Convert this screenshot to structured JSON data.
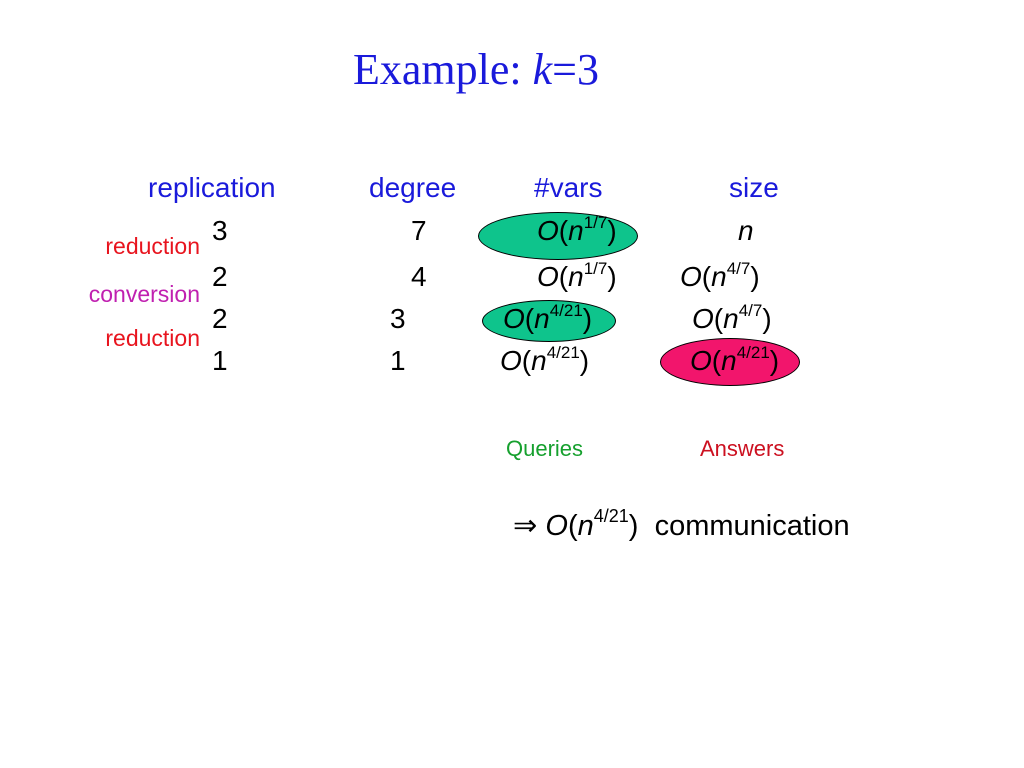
{
  "title": {
    "prefix": "Example: ",
    "var": "k",
    "suffix": "=3"
  },
  "headers": {
    "replication": "replication",
    "degree": "degree",
    "vars": "#vars",
    "size": "size"
  },
  "side_labels": [
    "reduction",
    "conversion",
    "reduction"
  ],
  "rows": [
    {
      "replication": "3",
      "degree": "7",
      "vars": {
        "O": "O",
        "open": "(",
        "n": "n",
        "exp": "1/7",
        "close": ")"
      },
      "size": {
        "n": "n"
      }
    },
    {
      "replication": "2",
      "degree": "4",
      "vars": {
        "O": "O",
        "open": "(",
        "n": "n",
        "exp": "1/7",
        "close": ")"
      },
      "size": {
        "O": "O",
        "open": "(",
        "n": "n",
        "exp": "4/7",
        "close": ")"
      }
    },
    {
      "replication": "2",
      "degree": "3",
      "vars": {
        "O": "O",
        "open": "(",
        "n": "n",
        "exp": "4/21",
        "close": ")"
      },
      "size": {
        "O": "O",
        "open": "(",
        "n": "n",
        "exp": "4/7",
        "close": ")"
      }
    },
    {
      "replication": "1",
      "degree": "1",
      "vars": {
        "O": "O",
        "open": "(",
        "n": "n",
        "exp": "4/21",
        "close": ")"
      },
      "size": {
        "O": "O",
        "open": "(",
        "n": "n",
        "exp": "4/21",
        "close": ")"
      }
    }
  ],
  "labels": {
    "queries": "Queries",
    "answers": "Answers"
  },
  "conclusion": {
    "arrow": "⇒",
    "O": "O",
    "open": "(",
    "n": "n",
    "exp": "4/21",
    "close": ")",
    "text": "communication"
  },
  "colors": {
    "title": "#1a1adb",
    "header": "#1a1adb",
    "reduction": "#e8141e",
    "conversion": "#c020b0",
    "queries": "#16a02e",
    "answers": "#cc1020",
    "ellipse_green": "#0ec48c",
    "ellipse_pink": "#f2156c"
  }
}
